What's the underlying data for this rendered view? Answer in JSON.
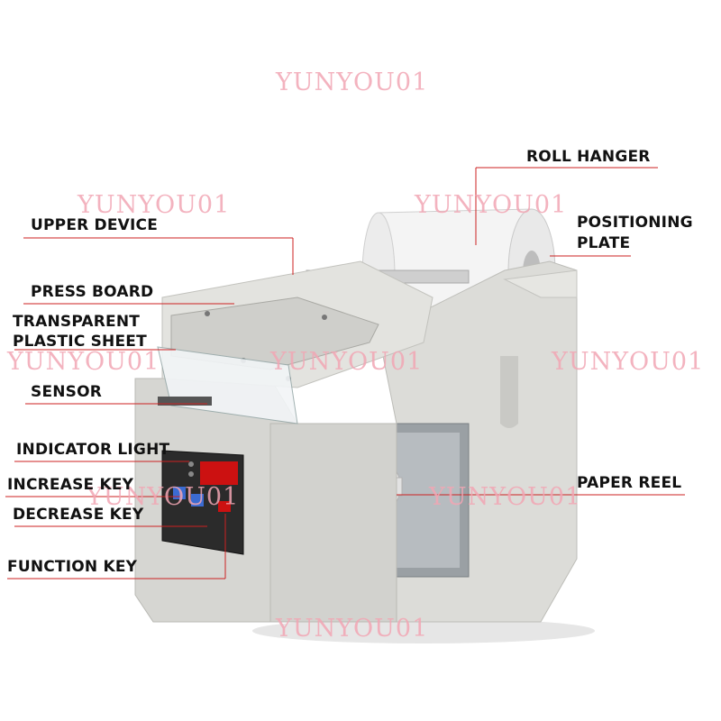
{
  "labels": {
    "roll_hanger": "ROLL HANGER",
    "upper_device": "UPPER DEVICE",
    "positioning_plate_1": "POSITIONING",
    "positioning_plate_2": "PLATE",
    "press_board": "PRESS BOARD",
    "transparent_1": "TRANSPARENT",
    "transparent_2": "PLASTIC SHEET",
    "sensor": "SENSOR",
    "indicator_light": "INDICATOR LIGHT",
    "increase_key": "INCREASE KEY",
    "decrease_key": "DECREASE KEY",
    "function_key": "FUNCTION KEY",
    "paper_reel": "PAPER REEL"
  },
  "watermark": "YUNYOU01",
  "colors": {
    "leader_line": "#cc2222",
    "machine_body": "#d9d9d6",
    "display": "#cc1111"
  }
}
